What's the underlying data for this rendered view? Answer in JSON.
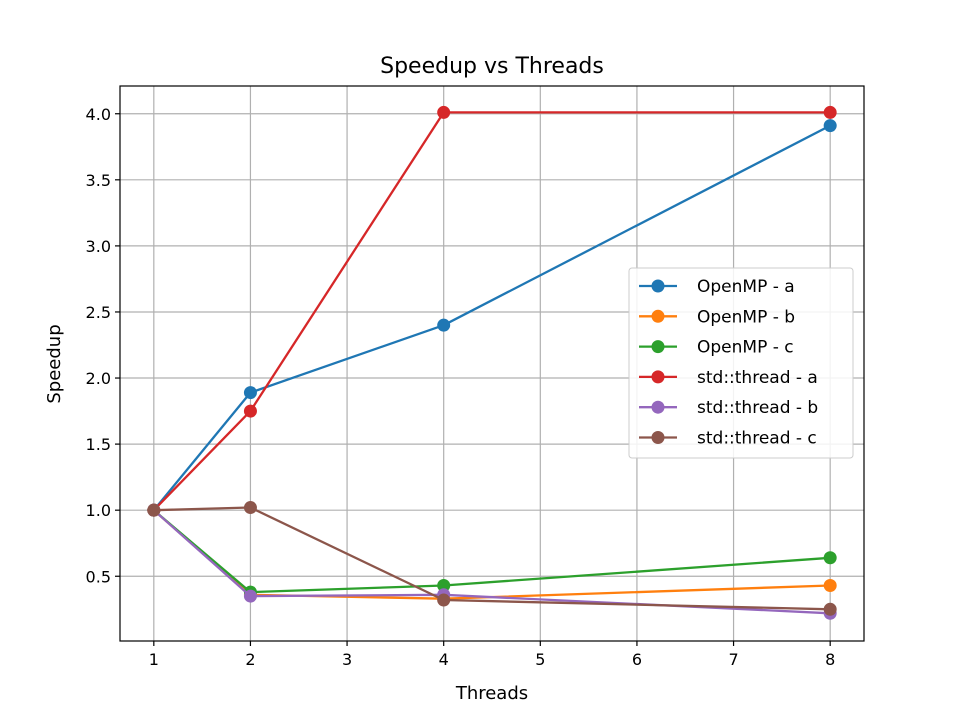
{
  "chart_data": {
    "type": "line",
    "title": "Speedup vs Threads",
    "xlabel": "Threads",
    "ylabel": "Speedup",
    "xlim": [
      0.65,
      8.35
    ],
    "ylim": [
      0.01,
      4.21
    ],
    "xticks": [
      1,
      2,
      3,
      4,
      5,
      6,
      7,
      8
    ],
    "yticks": [
      0.5,
      1.0,
      1.5,
      2.0,
      2.5,
      3.0,
      3.5,
      4.0
    ],
    "ytick_labels": [
      "0.5",
      "1.0",
      "1.5",
      "2.0",
      "2.5",
      "3.0",
      "3.5",
      "4.0"
    ],
    "grid": true,
    "legend_position": "center-right",
    "x": [
      1,
      2,
      4,
      8
    ],
    "series": [
      {
        "name": "OpenMP - a",
        "color": "#1f77b4",
        "values": [
          1.0,
          1.89,
          2.4,
          3.91
        ]
      },
      {
        "name": "OpenMP - b",
        "color": "#ff7f0e",
        "values": [
          1.0,
          0.36,
          0.33,
          0.43
        ]
      },
      {
        "name": "OpenMP - c",
        "color": "#2ca02c",
        "values": [
          1.0,
          0.38,
          0.43,
          0.64
        ]
      },
      {
        "name": "std::thread - a",
        "color": "#d62728",
        "values": [
          1.0,
          1.75,
          4.01,
          4.01
        ]
      },
      {
        "name": "std::thread - b",
        "color": "#9467bd",
        "values": [
          1.0,
          0.35,
          0.36,
          0.22
        ]
      },
      {
        "name": "std::thread - c",
        "color": "#8c564b",
        "values": [
          1.0,
          1.02,
          0.32,
          0.25
        ]
      }
    ]
  }
}
